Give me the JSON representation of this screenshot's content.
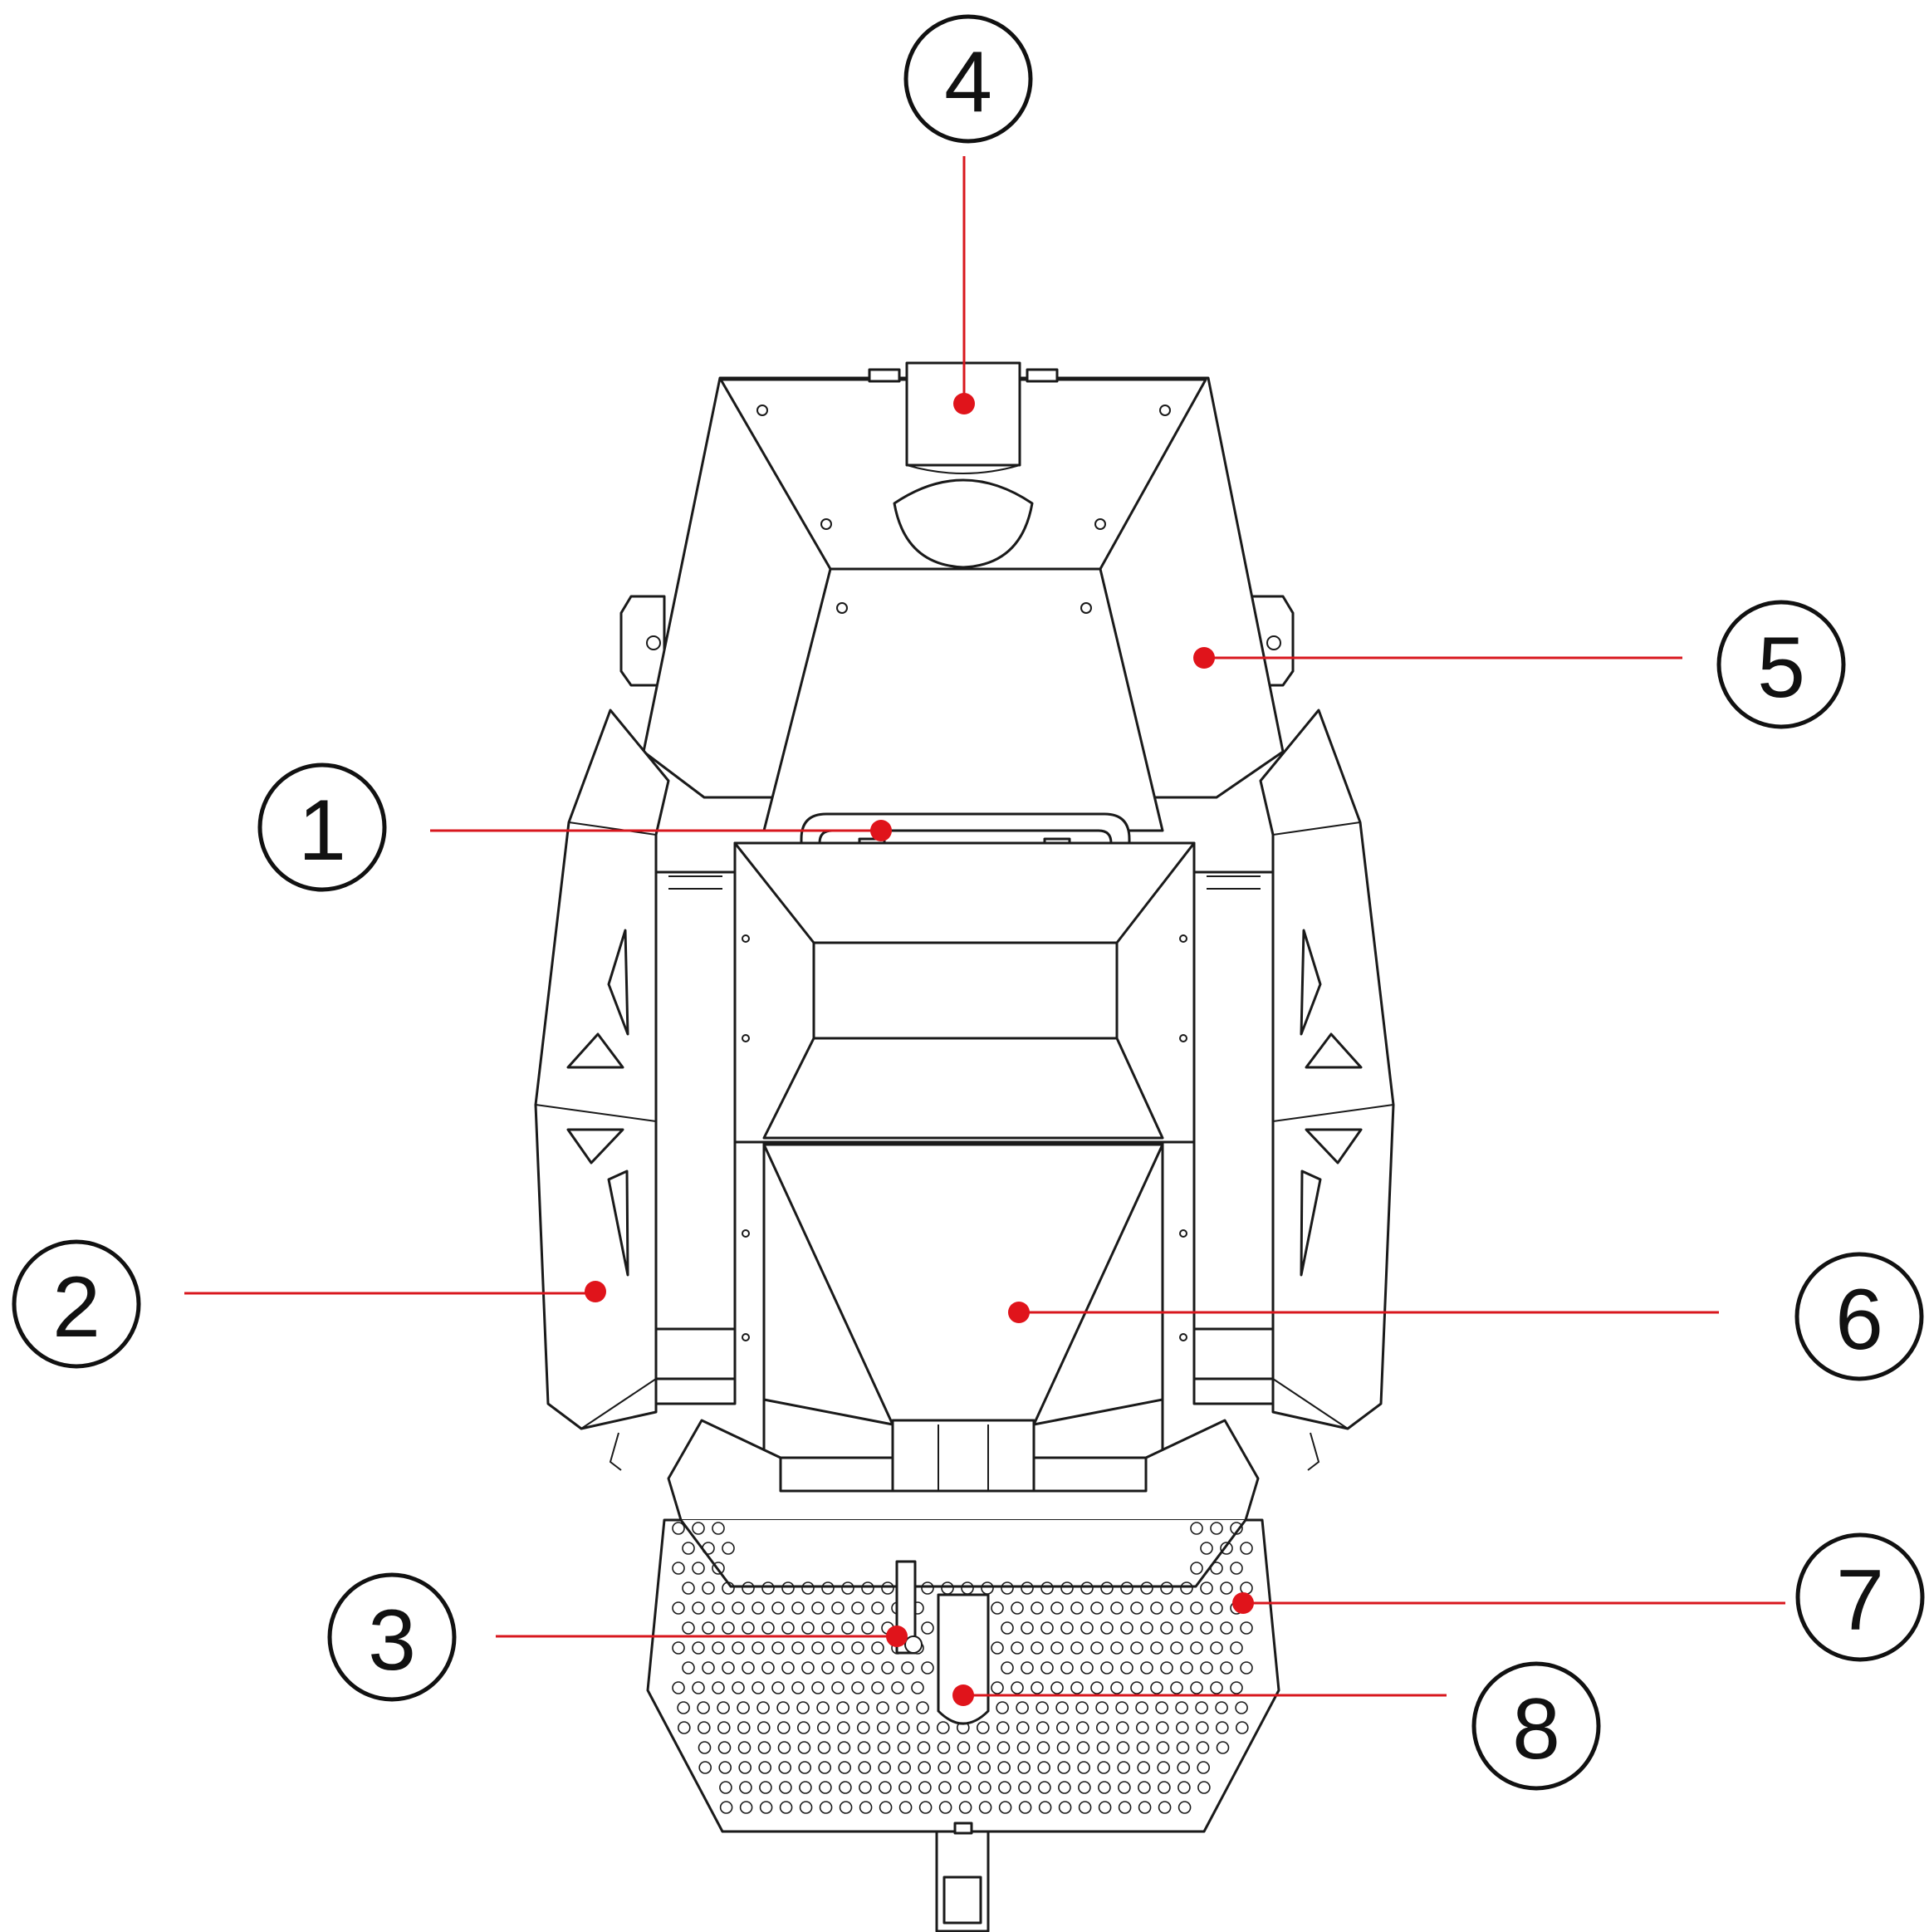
{
  "colors": {
    "accent": "#e0141b",
    "line": "#1a1a1a",
    "background": "#ffffff"
  },
  "callouts": [
    {
      "id": "1",
      "label": "1"
    },
    {
      "id": "2",
      "label": "2"
    },
    {
      "id": "3",
      "label": "3"
    },
    {
      "id": "4",
      "label": "4"
    },
    {
      "id": "5",
      "label": "5"
    },
    {
      "id": "6",
      "label": "6"
    },
    {
      "id": "7",
      "label": "7"
    },
    {
      "id": "8",
      "label": "8"
    }
  ]
}
